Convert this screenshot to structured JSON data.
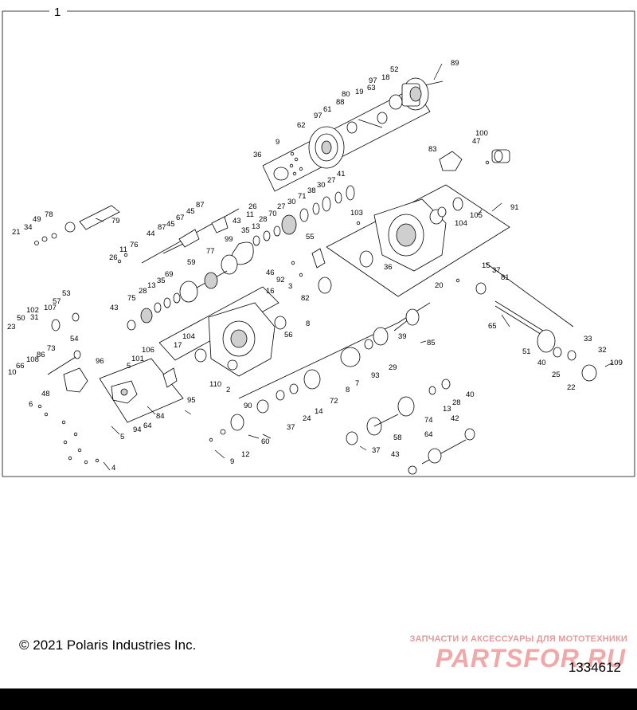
{
  "diagram": {
    "frame_label": "1",
    "footer": {
      "copyright": "© 2021 Polaris Industries Inc.",
      "diagram_number": "1334612",
      "watermark_tagline": "ЗАПЧАСТИ И АКСЕССУАРЫ ДЛЯ МОТОТЕХНИКИ",
      "watermark_logo": "PARTSFOR.RU"
    },
    "callouts": [
      "89",
      "52",
      "18",
      "97",
      "19",
      "63",
      "80",
      "88",
      "61",
      "97",
      "62",
      "9",
      "36",
      "83",
      "100",
      "47",
      "78",
      "49",
      "34",
      "21",
      "79",
      "26",
      "11",
      "43",
      "87",
      "45",
      "67",
      "45",
      "44",
      "87",
      "76",
      "11",
      "26",
      "41",
      "27",
      "30",
      "38",
      "71",
      "30",
      "27",
      "70",
      "28",
      "13",
      "35",
      "99",
      "77",
      "59",
      "69",
      "35",
      "13",
      "28",
      "75",
      "43",
      "103",
      "91",
      "105",
      "104",
      "36",
      "55",
      "46",
      "92",
      "3",
      "82",
      "15",
      "37",
      "81",
      "20",
      "16",
      "8",
      "56",
      "104",
      "17",
      "106",
      "101",
      "5",
      "110",
      "2",
      "90",
      "95",
      "53",
      "57",
      "107",
      "31",
      "102",
      "50",
      "23",
      "54",
      "66",
      "73",
      "86",
      "108",
      "10",
      "48",
      "96",
      "6",
      "64",
      "94",
      "5",
      "84",
      "4",
      "85",
      "39",
      "29",
      "93",
      "8",
      "7",
      "72",
      "14",
      "24",
      "37",
      "60",
      "12",
      "9",
      "74",
      "13",
      "28",
      "40",
      "42",
      "58",
      "37",
      "64",
      "43",
      "65",
      "51",
      "40",
      "33",
      "25",
      "32",
      "22",
      "109"
    ]
  }
}
